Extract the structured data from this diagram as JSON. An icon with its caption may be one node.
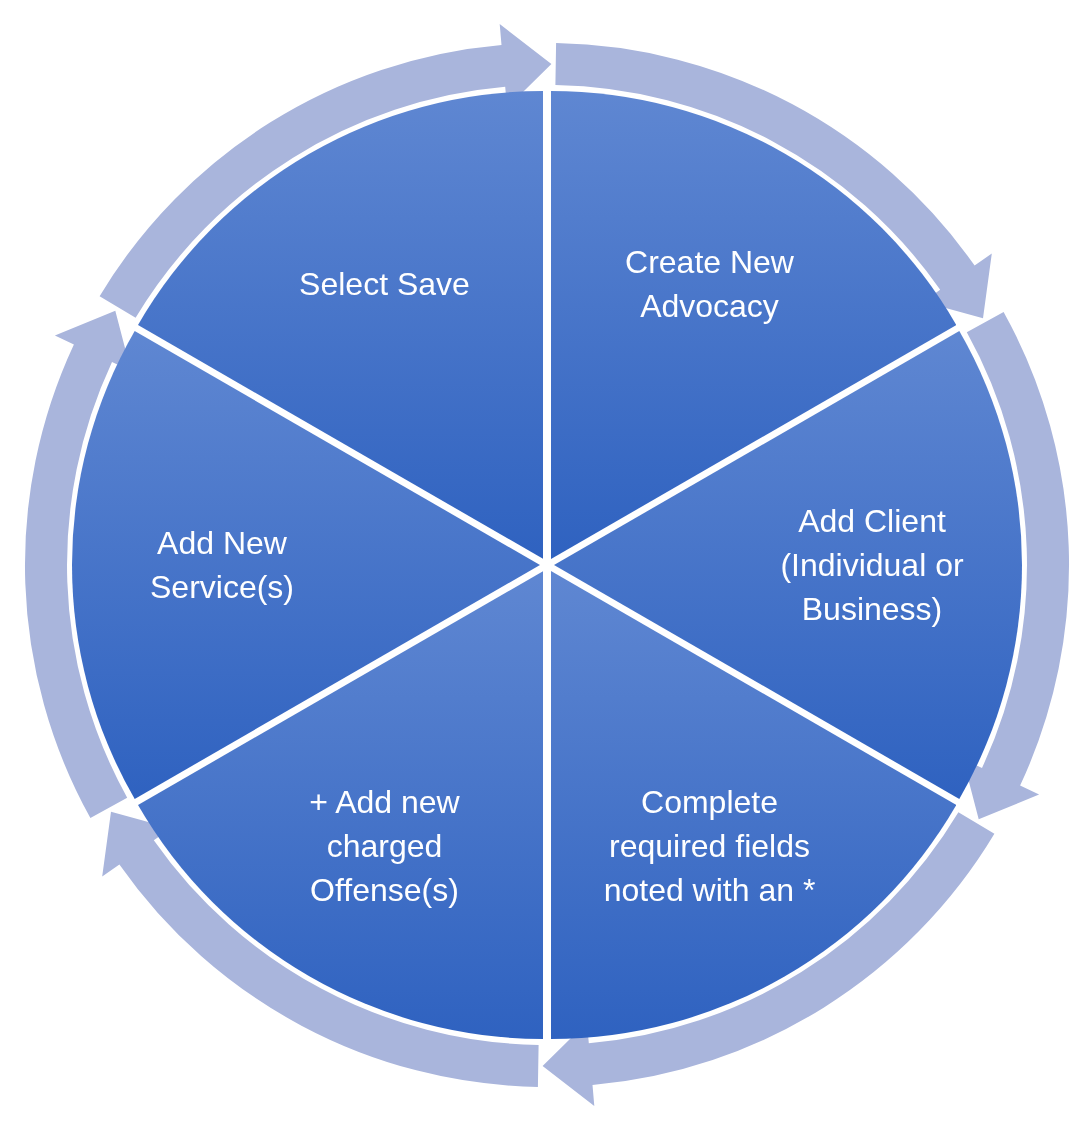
{
  "diagram": {
    "nodes": [
      {
        "text": [
          "Create New Advocacy"
        ]
      },
      {
        "text": [
          "Add Client (Individual or Business)"
        ]
      },
      {
        "text": [
          "Complete required fields noted with an *"
        ]
      },
      {
        "text": [
          "+ Add new charged Offense(s)"
        ]
      },
      {
        "text": [
          "Add New Service(s)"
        ]
      },
      {
        "text": [
          "Select Save"
        ]
      }
    ],
    "edges": [
      {
        "from": 0,
        "to": 1,
        "arrow": "to"
      },
      {
        "from": 1,
        "to": 2,
        "arrow": "to"
      },
      {
        "from": 2,
        "to": 3,
        "arrow": "to"
      },
      {
        "from": 3,
        "to": 4,
        "arrow": "to"
      },
      {
        "from": 4,
        "to": 5,
        "arrow": "to"
      },
      {
        "from": 5,
        "to": 0,
        "arrow": "to"
      }
    ]
  }
}
